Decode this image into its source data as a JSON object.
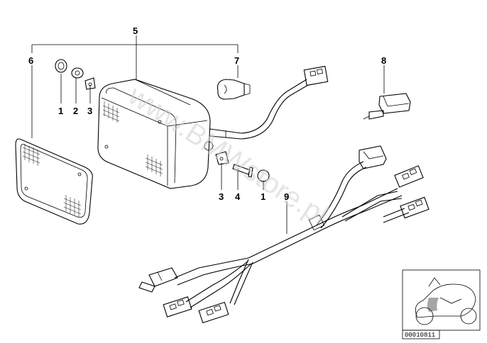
{
  "callouts": {
    "c1a": "1",
    "c2": "2",
    "c3a": "3",
    "c5": "5",
    "c6": "6",
    "c7": "7",
    "c8": "8",
    "c3b": "3",
    "c4": "4",
    "c1b": "1",
    "c9": "9"
  },
  "watermark": "www.BMWstore.pl",
  "reference_code": "00010811"
}
